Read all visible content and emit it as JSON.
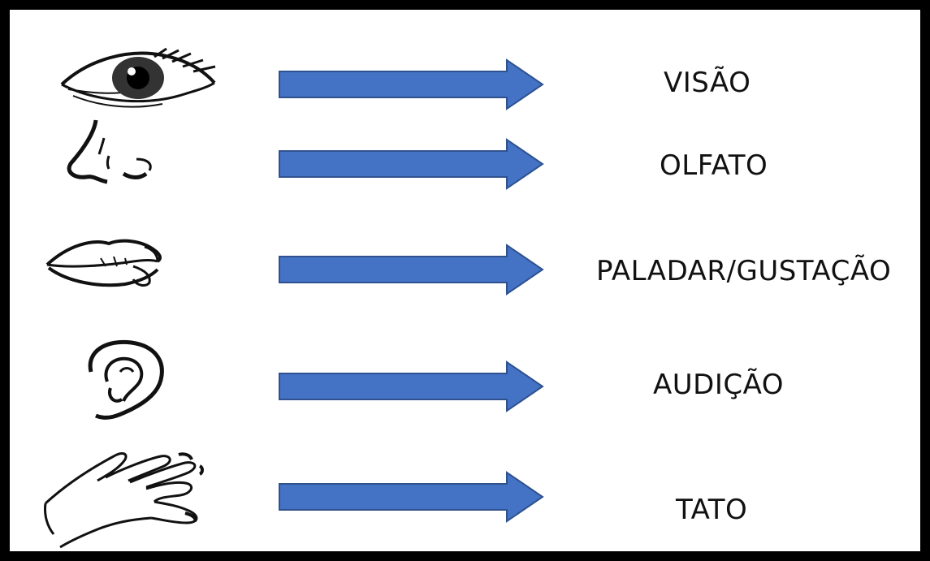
{
  "diagram": {
    "rows": [
      {
        "organ_icon": "eye-icon",
        "label": "VISÃO"
      },
      {
        "organ_icon": "nose-icon",
        "label": "OLFATO"
      },
      {
        "organ_icon": "mouth-icon",
        "label": "PALADAR/GUSTAÇÃO"
      },
      {
        "organ_icon": "ear-icon",
        "label": "AUDIÇÃO"
      },
      {
        "organ_icon": "hand-icon",
        "label": "TATO"
      }
    ],
    "colors": {
      "arrow_fill": "#4472c4",
      "arrow_stroke": "#2f528f",
      "border": "#000000",
      "text": "#111111"
    }
  }
}
